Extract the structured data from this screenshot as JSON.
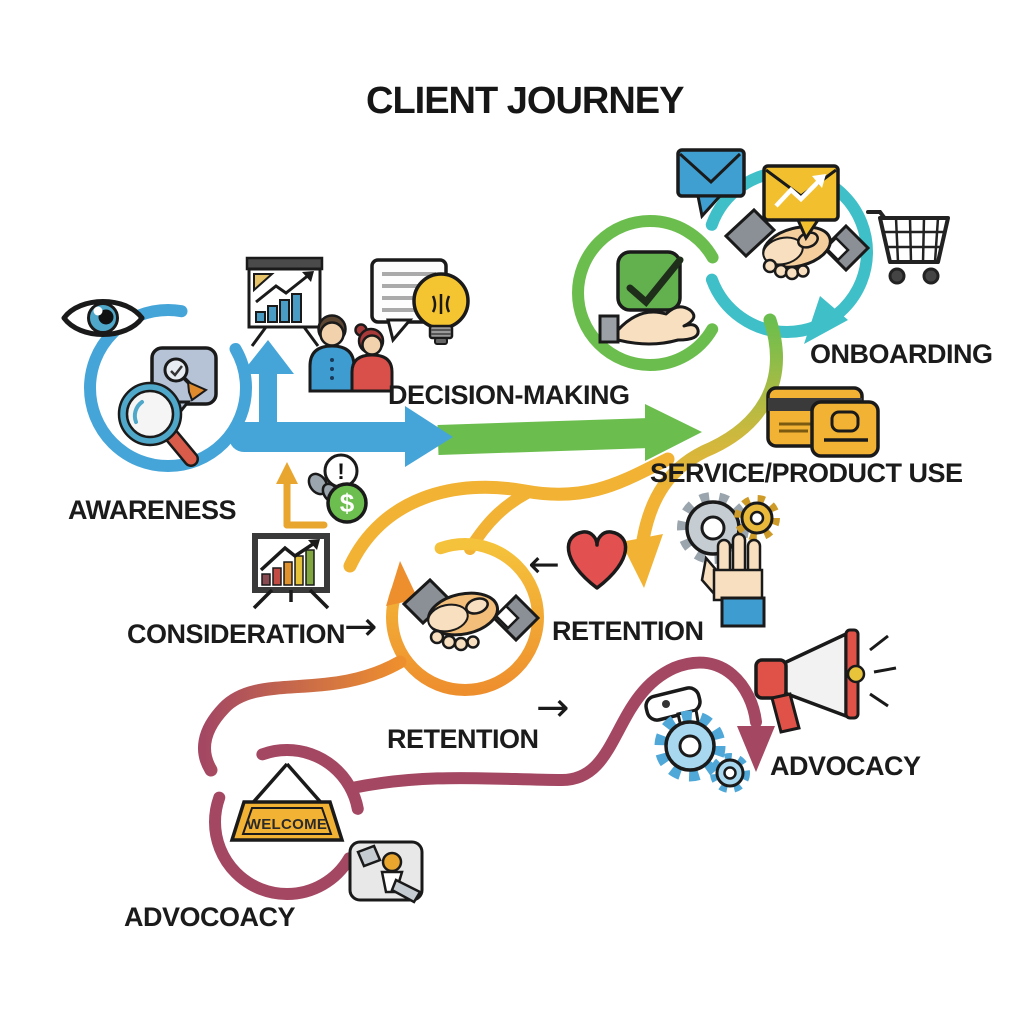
{
  "title": "CLIENT JOURNEY",
  "labels": {
    "awareness": "AWARENESS",
    "decision_making": "DECISION-MAKING",
    "onboarding": "ONBOARDING",
    "service_product_use": "SERVICE/PRODUCT USE",
    "consideration": "CONSIDERATION",
    "retention_mid": "RETENTION",
    "retention_lower": "RETENTION",
    "advocacy": "ADVOCACY",
    "advocoacy": "ADVOCOACY"
  },
  "welcome_sign": "WELCOME",
  "glyphs": {
    "arrow_right": "→",
    "arrow_left": "←",
    "exclamation": "!",
    "dollar": "$"
  },
  "colors": {
    "path_blue": "#45A5D9",
    "path_teal": "#3FBFC7",
    "path_green": "#6BBE4E",
    "path_yellow": "#F2B233",
    "path_orange": "#EE8F2E",
    "path_maroon": "#A44763",
    "text": "#1B1B1B"
  },
  "icons": [
    "eye-icon",
    "search-bubble-icon",
    "magnifier-icon",
    "presentation-chart-icon",
    "idea-bubble-icon",
    "people-icon",
    "check-hand-icon",
    "handshake-icon",
    "mail-bubble-icon",
    "mail-chart-icon",
    "cart-icon",
    "credit-cards-icon",
    "gears-hand-icon",
    "money-analysis-icon",
    "bar-chart-board-icon",
    "heart-icon",
    "handshake-circle-icon",
    "megaphone-icon",
    "gears-wrench-icon",
    "welcome-sign-icon",
    "person-badge-icon",
    "arrow-right-icon",
    "arrow-left-icon"
  ]
}
